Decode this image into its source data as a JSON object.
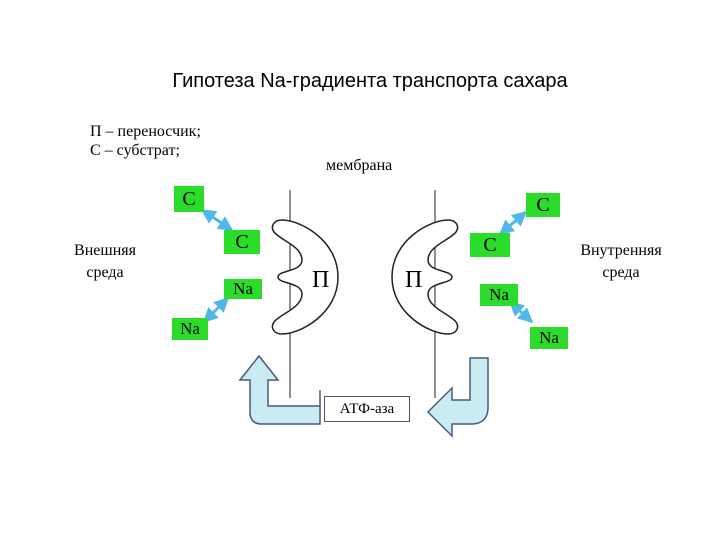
{
  "title": "Гипотеза Na-градиента транспорта сахара",
  "legend": {
    "line1": "П – переносчик;",
    "line2": "С – субстрат;"
  },
  "membrane_label": "мембрана",
  "outer_medium": "Внешняя среда",
  "inner_medium": "Внутренняя среда",
  "carrier_symbol": "П",
  "substrate_symbol": "С",
  "sodium_symbol": "Na",
  "atpase_label": "АТФ-аза",
  "colors": {
    "chip_fill": "#2bdc2b",
    "arrow_blue": "#4fb8e8",
    "pump_arrow_fill": "#c9ecf3",
    "pump_arrow_stroke": "#4a5a7a"
  }
}
